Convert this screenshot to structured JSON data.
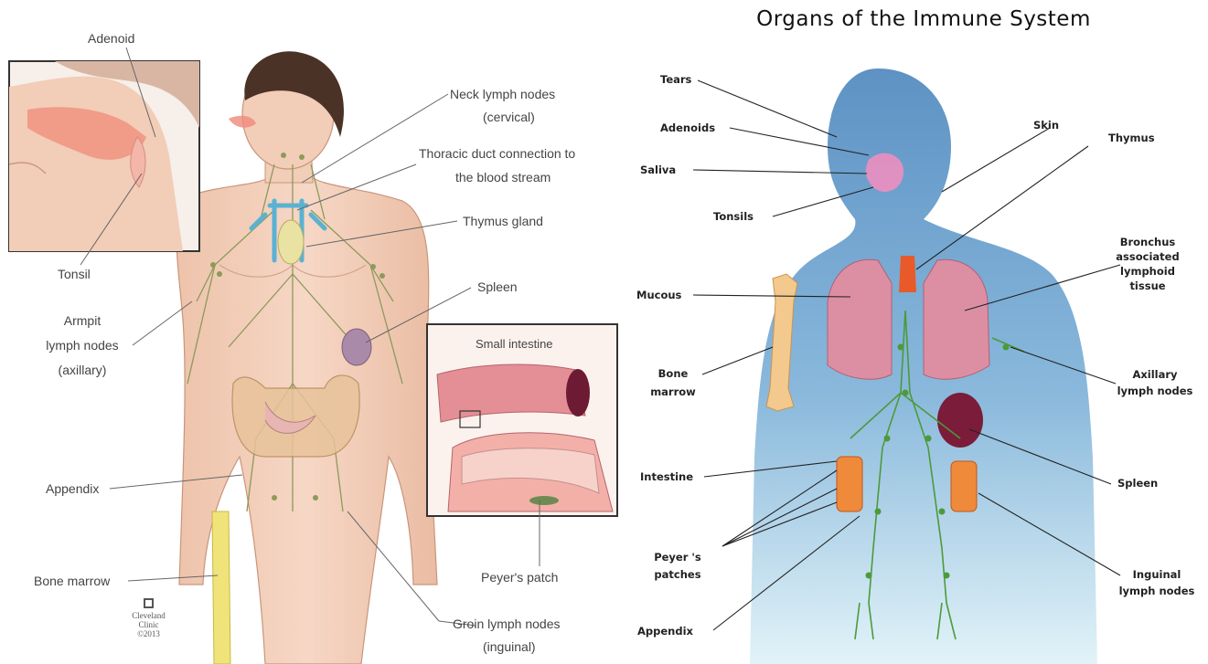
{
  "left_panel": {
    "labels": {
      "adenoid": "Adenoid",
      "tonsil": "Tonsil",
      "armpit_1": "Armpit",
      "armpit_2": "lymph nodes",
      "armpit_3": "(axillary)",
      "appendix": "Appendix",
      "bone_marrow": "Bone marrow",
      "neck_1": "Neck lymph nodes",
      "neck_2": "(cervical)",
      "thoracic_1": "Thoracic duct connection to",
      "thoracic_2": "the blood stream",
      "thymus": "Thymus gland",
      "spleen": "Spleen",
      "small_intestine": "Small intestine",
      "peyers_patch": "Peyer's patch",
      "groin_1": "Groin lymph nodes",
      "groin_2": "(inguinal)"
    },
    "logo": {
      "line1": "Cleveland",
      "line2": "Clinic",
      "year": "©2013"
    },
    "colors": {
      "skin": "#f2cdb8",
      "skin_dark": "#e3ad90",
      "hair": "#4a3226",
      "lymph": "#8c9a5a",
      "thymus": "#e9e2a3",
      "vessel": "#5ab2d3",
      "spleen": "#a98aa8",
      "bone": "#f0e37a"
    }
  },
  "right_panel": {
    "title": "Organs of the Immune System",
    "labels": {
      "tears": "Tears",
      "adenoids": "Adenoids",
      "saliva": "Saliva",
      "tonsils": "Tonsils",
      "mucous": "Mucous",
      "bone_1": "Bone",
      "bone_2": "marrow",
      "intestine": "Intestine",
      "peyers_1": "Peyer 's",
      "peyers_2": "patches",
      "appendix": "Appendix",
      "skin": "Skin",
      "thymus": "Thymus",
      "bronchus_1": "Bronchus",
      "bronchus_2": "associated",
      "bronchus_3": "lymphoid",
      "bronchus_4": "tissue",
      "axillary_1": "Axillary",
      "axillary_2": "lymph nodes",
      "spleen": "Spleen",
      "inguinal_1": "Inguinal",
      "inguinal_2": "lymph nodes"
    },
    "colors": {
      "body_top": "#5e93c4",
      "body_bottom": "#d8eef5",
      "lung": "#dc8fa3",
      "bone": "#f3c98d",
      "spleen": "#7a1c3a",
      "intestine": "#ef8a3a",
      "node": "#4c9a3a"
    }
  }
}
